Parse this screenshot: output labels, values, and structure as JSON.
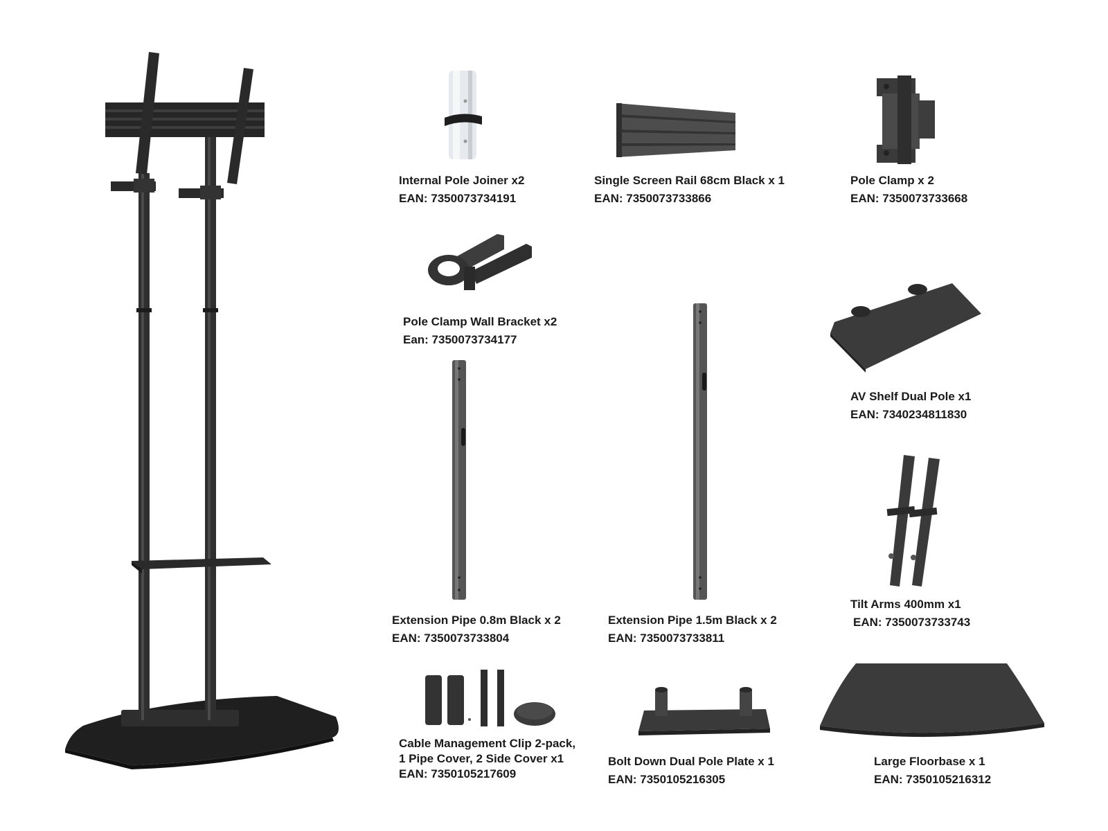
{
  "colors": {
    "metal_dark": "#2b2b2b",
    "metal_mid": "#4a4a4a",
    "metal_light": "#6a6a6a",
    "joiner_white": "#e6e9ed"
  },
  "parts": [
    {
      "id": "internal-pole-joiner",
      "name": "Internal Pole Joiner x2",
      "ean": "EAN: 7350073734191"
    },
    {
      "id": "single-screen-rail",
      "name": "Single Screen Rail 68cm Black x 1",
      "ean": "EAN: 7350073733866"
    },
    {
      "id": "pole-clamp",
      "name": "Pole Clamp x 2",
      "ean": "EAN: 7350073733668"
    },
    {
      "id": "pole-clamp-wall-bracket",
      "name": "Pole Clamp Wall Bracket x2",
      "ean": "Ean:  7350073734177"
    },
    {
      "id": "av-shelf-dual-pole",
      "name": "AV Shelf Dual Pole x1",
      "ean": "EAN: 7340234811830"
    },
    {
      "id": "extension-pipe-08",
      "name": "Extension Pipe 0.8m Black x 2",
      "ean": "EAN: 7350073733804"
    },
    {
      "id": "extension-pipe-15",
      "name": "Extension Pipe 1.5m Black x 2",
      "ean": "EAN: 7350073733811"
    },
    {
      "id": "tilt-arms",
      "name": "Tilt Arms 400mm x1",
      "ean": "EAN: 7350073733743"
    },
    {
      "id": "cable-management-clip",
      "name": "Cable Management Clip 2-pack,",
      "name_line2": "1 Pipe Cover, 2 Side Cover x1",
      "ean": "EAN: 7350105217609"
    },
    {
      "id": "bolt-down-plate",
      "name": "Bolt Down Dual Pole Plate x 1",
      "ean": "EAN: 7350105216305"
    },
    {
      "id": "large-floorbase",
      "name": "Large Floorbase x 1",
      "ean": "EAN: 7350105216312"
    }
  ]
}
